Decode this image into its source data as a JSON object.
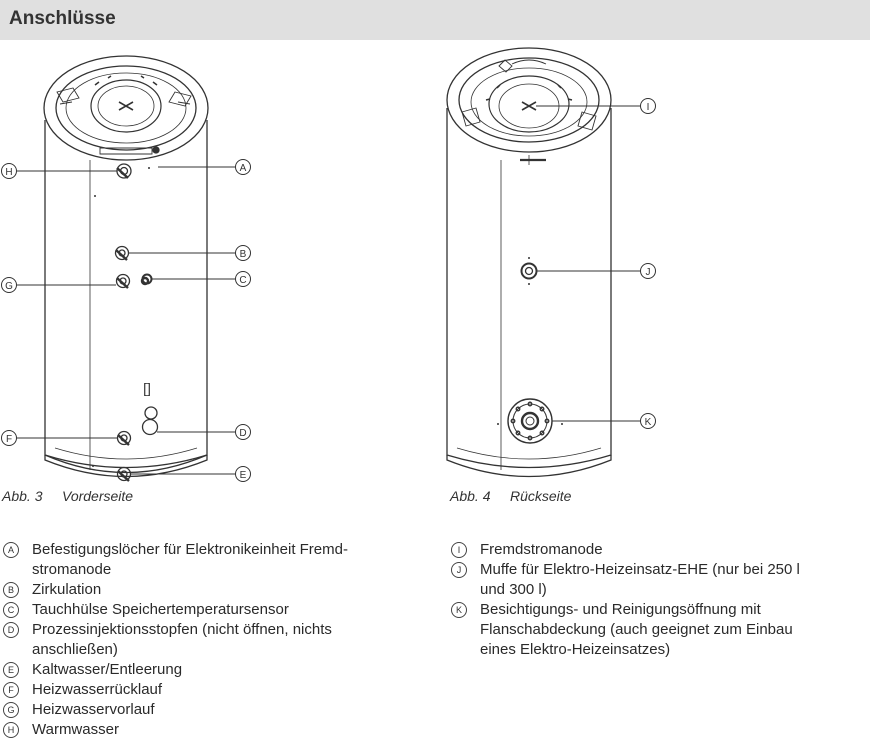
{
  "title": "Anschlüsse",
  "figures": {
    "front": {
      "number": "Abb. 3",
      "caption": "Vorderseite",
      "marking": "[]"
    },
    "back": {
      "number": "Abb. 4",
      "caption": "Rückseite"
    }
  },
  "callouts": {
    "A": "A",
    "B": "B",
    "C": "C",
    "D": "D",
    "E": "E",
    "F": "F",
    "G": "G",
    "H": "H",
    "I": "I",
    "J": "J",
    "K": "K"
  },
  "legend_left": [
    {
      "key": "A",
      "text": "Befestigungslöcher für Elektronikeinheit Fremd-",
      "text2": "stromanode"
    },
    {
      "key": "B",
      "text": "Zirkulation",
      "text2": ""
    },
    {
      "key": "C",
      "text": "Tauchhülse Speichertemperatursensor",
      "text2": ""
    },
    {
      "key": "D",
      "text": "Prozessinjektionsstopfen (nicht öffnen, nichts",
      "text2": "anschließen)"
    },
    {
      "key": "E",
      "text": "Kaltwasser/Entleerung",
      "text2": ""
    },
    {
      "key": "F",
      "text": "Heizwasserrücklauf",
      "text2": ""
    },
    {
      "key": "G",
      "text": "Heizwasservorlauf",
      "text2": ""
    },
    {
      "key": "H",
      "text": "Warmwasser",
      "text2": ""
    }
  ],
  "legend_right": [
    {
      "key": "I",
      "text": "Fremdstromanode",
      "text2": "",
      "text3": ""
    },
    {
      "key": "J",
      "text": "Muffe für Elektro-Heizeinsatz-EHE (nur bei 250 l",
      "text2": "und 300 l)",
      "text3": ""
    },
    {
      "key": "K",
      "text": "Besichtigungs- und Reinigungsöffnung mit",
      "text2": "Flanschabdeckung (auch geeignet zum Einbau",
      "text3": "eines Elektro-Heizeinsatzes)"
    }
  ]
}
